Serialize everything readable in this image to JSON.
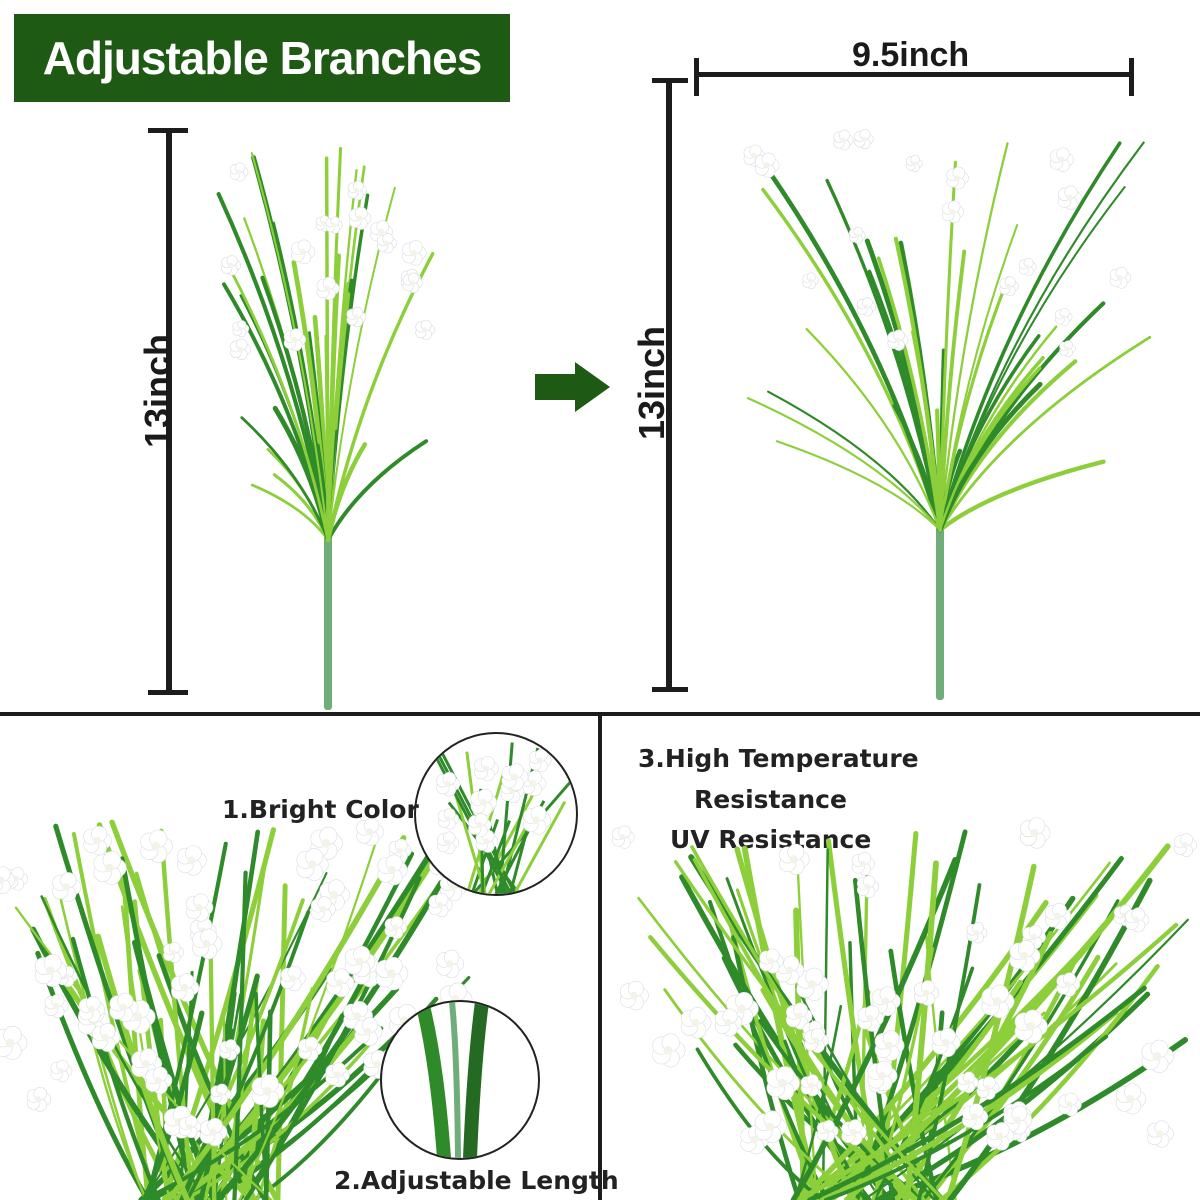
{
  "title": "Adjustable Branches",
  "left_height_label": "13inch",
  "right_height_label": "13inch",
  "width_label": "9.5inch",
  "features": {
    "bright_color": "1.Bright Color",
    "adjustable_length": "2.Adjustable Length",
    "heat_line1": "3.High Temperature",
    "heat_line2": "Resistance",
    "heat_line3": "UV Resistance"
  },
  "colors": {
    "banner": "#1f5a14",
    "arrow": "#1f5a14",
    "leaf_dark": "#2f8a2a",
    "leaf_light": "#8ccf3a",
    "stem": "#6fae7a",
    "flower": "#ffffff"
  }
}
